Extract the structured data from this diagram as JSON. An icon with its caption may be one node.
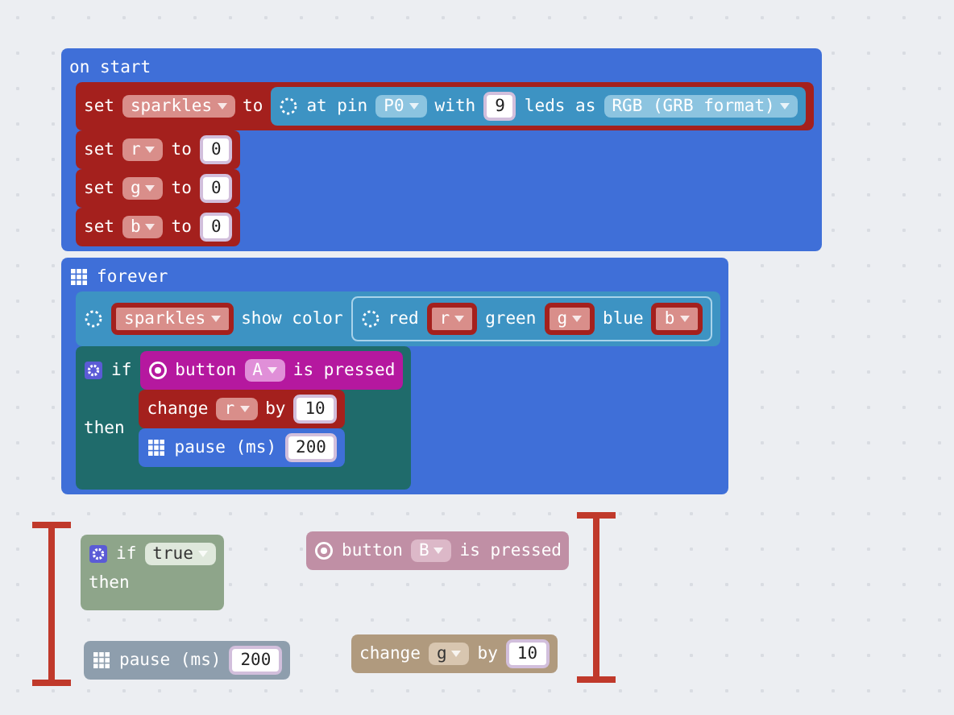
{
  "diagram": {
    "nodes": [
      {
        "text": [
          "on start"
        ]
      },
      {
        "text": [
          "set",
          "to"
        ],
        "in": 0
      },
      {
        "text": [
          "sparkles"
        ],
        "in": 1
      },
      {
        "text": [
          "at pin",
          "with",
          "leds as"
        ],
        "in": 1
      },
      {
        "text": [
          "P0"
        ],
        "in": 3
      },
      {
        "text": [
          "9"
        ],
        "in": 3
      },
      {
        "text": [
          "RGB (GRB format)"
        ],
        "in": 3
      },
      {
        "text": [
          "set",
          "to"
        ],
        "in": 0
      },
      {
        "text": [
          "r"
        ],
        "in": 7
      },
      {
        "text": [
          "0"
        ],
        "in": 7
      },
      {
        "text": [
          "set",
          "to"
        ],
        "in": 0
      },
      {
        "text": [
          "g"
        ],
        "in": 10
      },
      {
        "text": [
          "0"
        ],
        "in": 10
      },
      {
        "text": [
          "set",
          "to"
        ],
        "in": 0
      },
      {
        "text": [
          "b"
        ],
        "in": 13
      },
      {
        "text": [
          "0"
        ],
        "in": 13
      },
      {
        "text": [
          "forever"
        ]
      },
      {
        "text": [
          "show color"
        ],
        "in": 16
      },
      {
        "text": [
          "sparkles"
        ],
        "in": 17
      },
      {
        "text": [
          "red",
          "green",
          "blue"
        ],
        "in": 17
      },
      {
        "text": [
          "r"
        ],
        "in": 19
      },
      {
        "text": [
          "g"
        ],
        "in": 19
      },
      {
        "text": [
          "b"
        ],
        "in": 19
      },
      {
        "text": [
          "if",
          "then"
        ],
        "in": 16
      },
      {
        "text": [
          "button",
          "is pressed"
        ],
        "in": 23
      },
      {
        "text": [
          "A"
        ],
        "in": 24
      },
      {
        "text": [
          "change",
          "by"
        ],
        "in": 23
      },
      {
        "text": [
          "r"
        ],
        "in": 26
      },
      {
        "text": [
          "10"
        ],
        "in": 26
      },
      {
        "text": [
          "pause (ms)"
        ],
        "in": 23
      },
      {
        "text": [
          "200"
        ],
        "in": 29
      },
      {
        "text": [
          "if",
          "then"
        ]
      },
      {
        "text": [
          "true"
        ],
        "in": 31
      },
      {
        "text": [
          "button",
          "is pressed"
        ]
      },
      {
        "text": [
          "B"
        ],
        "in": 33
      },
      {
        "text": [
          "pause (ms)"
        ]
      },
      {
        "text": [
          "200"
        ],
        "in": 35
      },
      {
        "text": [
          "change",
          "by"
        ]
      },
      {
        "text": [
          "g"
        ],
        "in": 37
      },
      {
        "text": [
          "10"
        ],
        "in": 37
      }
    ]
  }
}
